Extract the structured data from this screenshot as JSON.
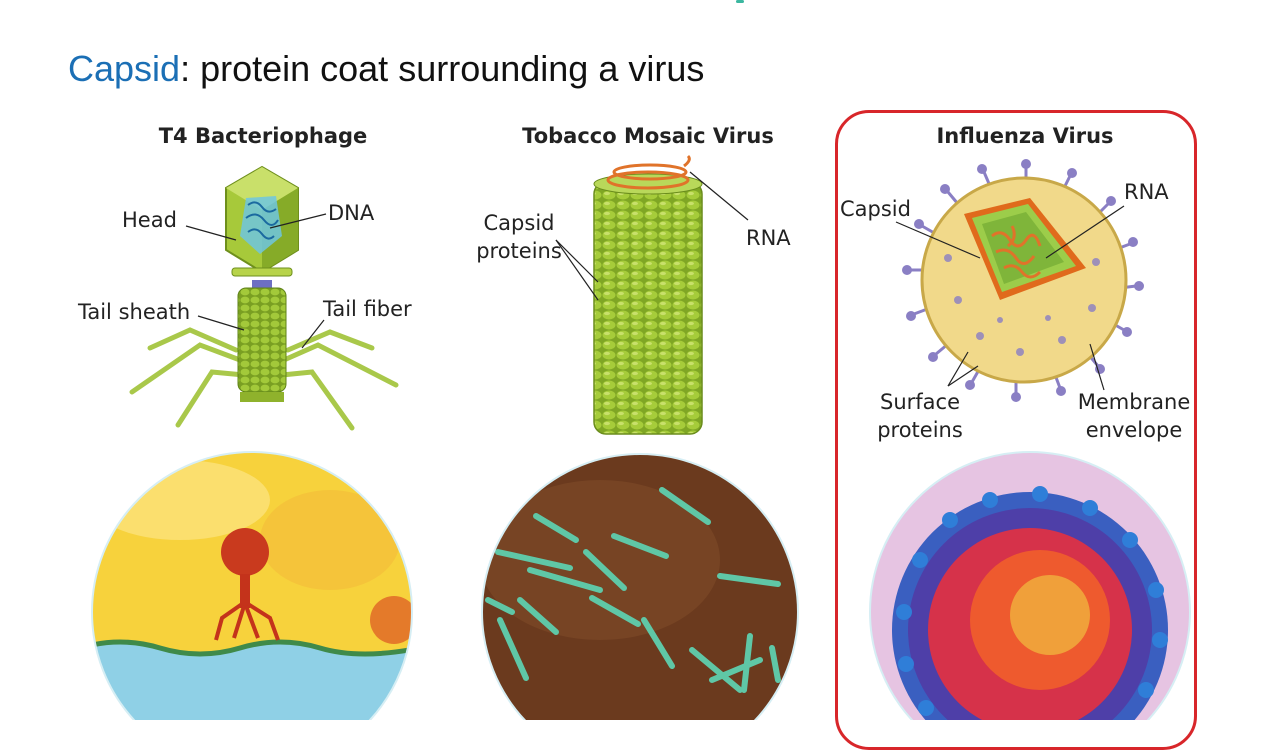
{
  "title": {
    "keyword": "Capsid",
    "rest": ": protein coat surrounding a virus"
  },
  "colors": {
    "keyword": "#1b6fb5",
    "highlight_border": "#d8262a",
    "virus_green": "#8dbb2c",
    "rna_orange": "#e0732a",
    "spike_purple": "#8a7fc4",
    "phage_red": "#c4331b",
    "tmv_rod": "#5fc7a6"
  },
  "panels": [
    {
      "title": "T4 Bacteriophage",
      "labels": {
        "head": "Head",
        "dna": "DNA",
        "tail_sheath": "Tail sheath",
        "tail_fiber": "Tail fiber"
      },
      "micrograph": "phage-micrograph"
    },
    {
      "title": "Tobacco Mosaic Virus",
      "labels": {
        "capsid_proteins_line1": "Capsid",
        "capsid_proteins_line2": "proteins",
        "rna": "RNA"
      },
      "micrograph": "tmv-micrograph"
    },
    {
      "title": "Influenza Virus",
      "labels": {
        "capsid": "Capsid",
        "rna": "RNA",
        "surface_proteins_line1": "Surface",
        "surface_proteins_line2": "proteins",
        "membrane_line1": "Membrane",
        "membrane_line2": "envelope"
      },
      "micrograph": "influenza-micrograph",
      "highlighted": true
    }
  ]
}
